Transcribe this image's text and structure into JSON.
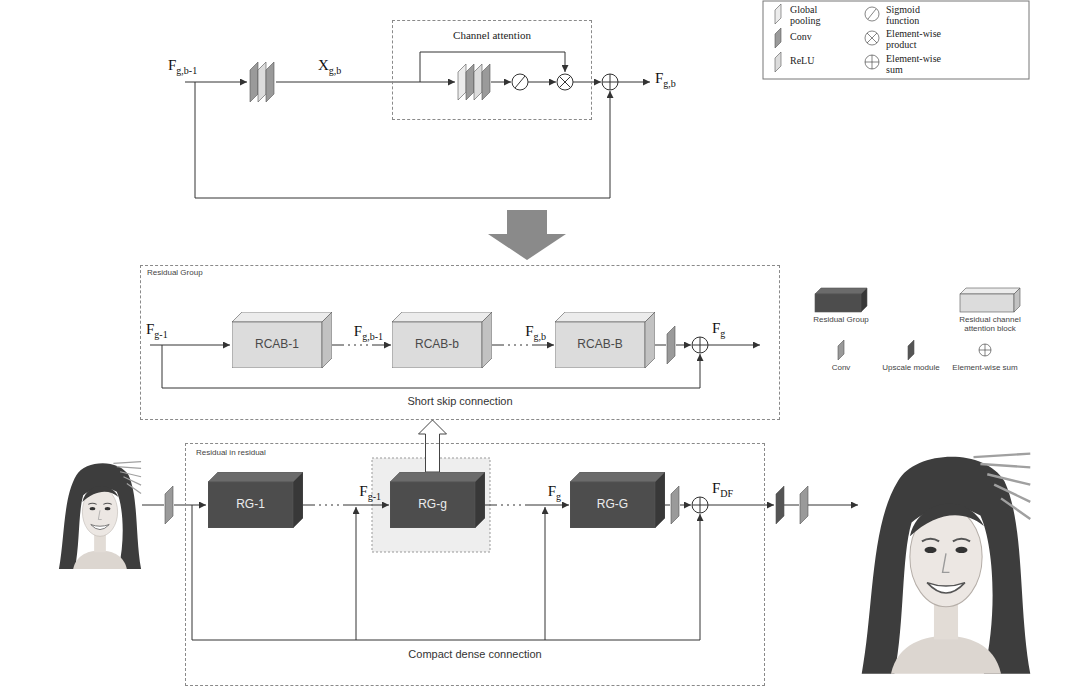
{
  "diagram": {
    "nodes": [
      {
        "text": [
          "Channel attention"
        ]
      },
      {
        "text": [
          "Residual Group",
          "Short skip connection"
        ]
      },
      {
        "text": [
          "RCAB-1"
        ],
        "in": 1
      },
      {
        "text": [
          "RCAB-b"
        ],
        "in": 1
      },
      {
        "text": [
          "RCAB-B"
        ],
        "in": 1
      },
      {
        "text": [
          "Residual in residual",
          "Compact dense connection"
        ]
      },
      {
        "text": [
          "RG-1"
        ],
        "in": 5
      },
      {
        "text": [
          "RG-g"
        ],
        "in": 5
      },
      {
        "text": [
          "RG-G"
        ],
        "in": 5
      }
    ],
    "edges": [
      {
        "from": 2,
        "to": 3,
        "arrow": "to",
        "label": "Fg,b-1"
      },
      {
        "from": 3,
        "to": 4,
        "arrow": "to",
        "label": "Fg,b"
      },
      {
        "from": 6,
        "to": 7,
        "arrow": "to",
        "label": "Fg-1"
      },
      {
        "from": 7,
        "to": 8,
        "arrow": "to",
        "label": "Fg"
      },
      {
        "from": 7,
        "to": 1,
        "arrow": "to"
      }
    ],
    "labels": [
      "Fg,b-1",
      "Xg,b",
      "Fg,b",
      "Fg-1",
      "Fg",
      "FDF"
    ],
    "legend": [
      {
        "text": "Global pooling"
      },
      {
        "text": "Conv"
      },
      {
        "text": "ReLU"
      },
      {
        "text": "Sigmoid function"
      },
      {
        "text": "Element-wise product"
      },
      {
        "text": "Element-wise sum"
      },
      {
        "text": "Residual Group"
      },
      {
        "text": "Residual channel attention block"
      },
      {
        "text": "Conv"
      },
      {
        "text": "Upscale module"
      },
      {
        "text": "Element-wise sum"
      }
    ]
  }
}
